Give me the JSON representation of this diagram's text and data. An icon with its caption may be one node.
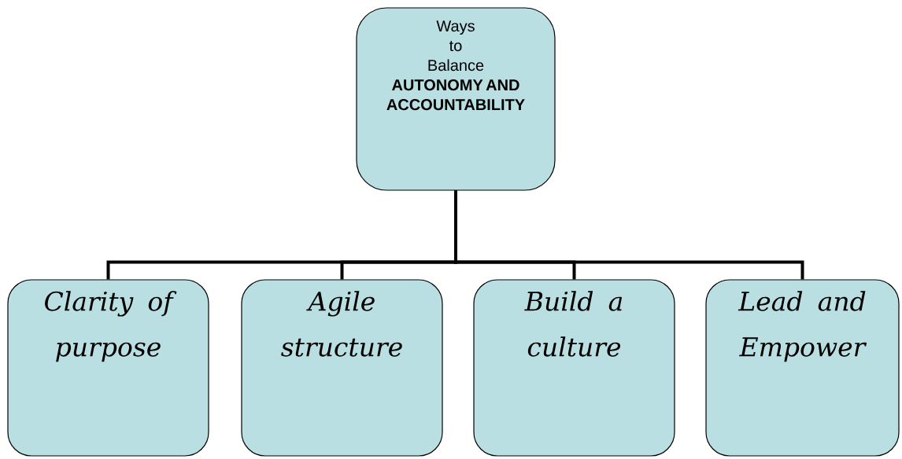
{
  "diagram": {
    "nodes": [
      {
        "text": [
          "Ways to Balance",
          "AUTONOMY AND ACCOUNTABILITY"
        ]
      },
      {
        "text": [
          "Clarity of purpose"
        ]
      },
      {
        "text": [
          "Agile structure"
        ]
      },
      {
        "text": [
          "Build a culture"
        ]
      },
      {
        "text": [
          "Lead and Empower"
        ]
      }
    ],
    "edges": [
      {
        "from": 0,
        "to": 1,
        "arrow": "none"
      },
      {
        "from": 0,
        "to": 2,
        "arrow": "none"
      },
      {
        "from": 0,
        "to": 3,
        "arrow": "none"
      },
      {
        "from": 0,
        "to": 4,
        "arrow": "none"
      }
    ]
  }
}
